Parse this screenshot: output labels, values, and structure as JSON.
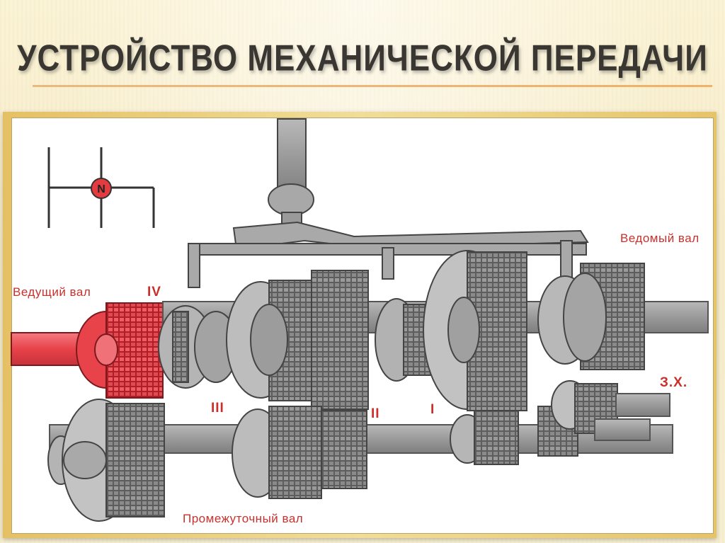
{
  "slide": {
    "title": "УСТРОЙСТВО МЕХАНИЧЕСКОЙ ПЕРЕДАЧИ"
  },
  "diagram": {
    "neutral_symbol": "N",
    "labels": {
      "driving_shaft": "Ведущий вал",
      "driven_shaft": "Ведомый вал",
      "intermediate_shaft": "Промежуточный вал"
    },
    "gears": {
      "fourth": "IV",
      "third": "III",
      "second": "II",
      "first": "I",
      "reverse": "З.Х."
    }
  },
  "colors": {
    "label": "#c9302c",
    "driving_gear": "#e8424a",
    "gear": "#7d7d7d",
    "shaft": "#9e9e9e",
    "outline": "#3c3c3c"
  }
}
